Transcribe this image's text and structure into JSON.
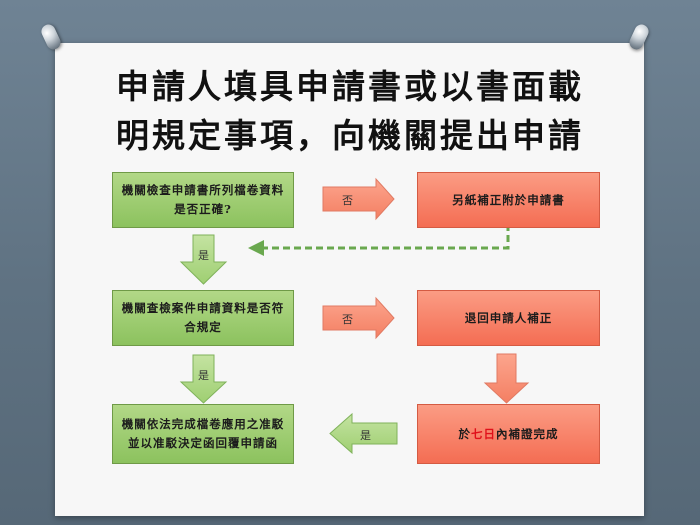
{
  "title": {
    "line1": "申請人填具申請書或以書面載",
    "line2": "明規定事項，向機關提出申請"
  },
  "steps": {
    "check_docs": "機關檢查申請書所列檔卷資料是否正確?",
    "supplement_form": "另紙補正附於申請書",
    "check_case": "機關查檢案件申請資料是否符合規定",
    "return_applicant": "退回申請人補正",
    "decision": "機關依法完成檔卷應用之准駁並以准駁決定函回覆申請函",
    "complete_prefix": "於",
    "complete_days": "七日",
    "complete_suffix": "內補證完成"
  },
  "labels": {
    "no_1": "否",
    "yes_1": "是",
    "no_2": "否",
    "yes_2": "是",
    "yes_3": "是"
  },
  "colors": {
    "green_box": "#8cc25e",
    "red_box": "#f46d53",
    "highlight_text": "#e0101a",
    "dashed_arrow": "#6aa84f"
  }
}
